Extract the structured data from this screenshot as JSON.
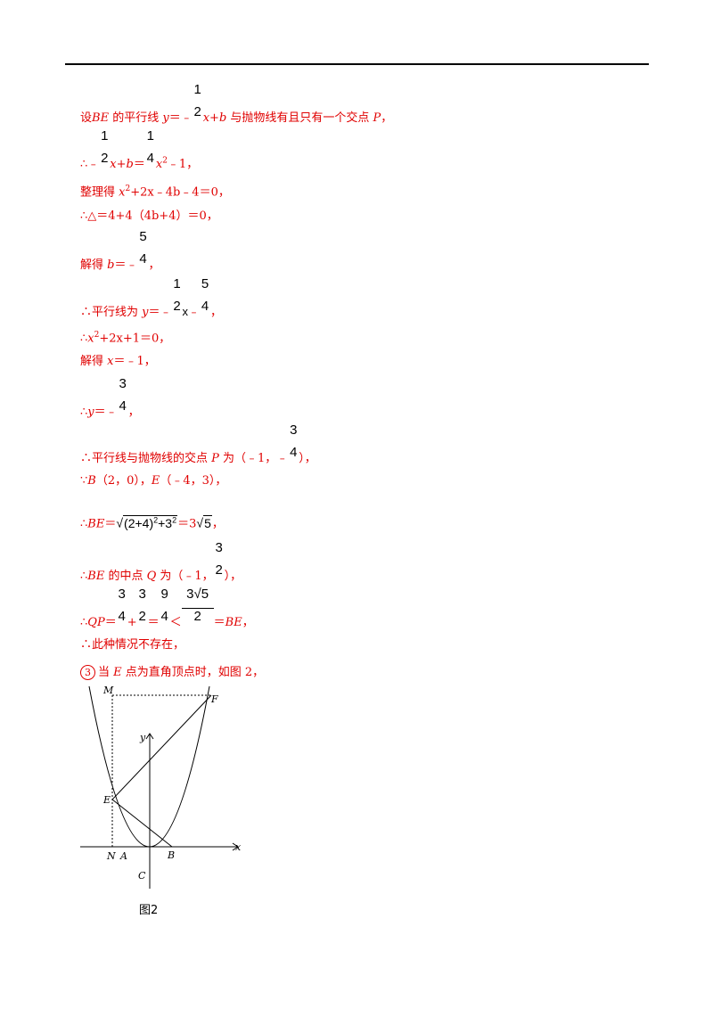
{
  "doc": {
    "l1": {
      "a": "设",
      "b": "BE",
      "c": " 的平行线 ",
      "d": "y",
      "e": "＝﹣",
      "f": {
        "n": "1",
        "d": "2"
      },
      "g": "x",
      "h": "+",
      "i": "b",
      "j": " 与抛物线有且只有一个交点 ",
      "k": "P",
      "l": "，"
    },
    "l2": {
      "a": "∴﹣",
      "f1": {
        "n": "1",
        "d": "2"
      },
      "b": "x+b",
      "c": "＝",
      "f2": {
        "n": "1",
        "d": "4"
      },
      "d": "x",
      "e": "2",
      "g": "﹣1，"
    },
    "l3": {
      "a": "整理得 ",
      "b": "x",
      "c": "2",
      "d": "+2x﹣4b﹣4＝0，"
    },
    "l4": "∴△＝4+4（4b+4）＝0，",
    "l5": {
      "a": "解得 ",
      "b": "b",
      "c": "＝﹣",
      "f": {
        "n": "5",
        "d": "4"
      },
      "d": "，"
    },
    "l6": {
      "a": "∴平行线为 ",
      "b": "y",
      "c": "＝﹣",
      "f1": {
        "n": "1",
        "d": "2"
      },
      "d": "x",
      "e": "﹣",
      "f2": {
        "n": "5",
        "d": "4"
      },
      "g": "，"
    },
    "l7": {
      "a": "∴",
      "b": "x",
      "c": "2",
      "d": "+2x+1＝0，"
    },
    "l8": {
      "a": "解得 ",
      "b": "x",
      "c": "＝﹣1，"
    },
    "l9": {
      "a": "∴",
      "b": "y",
      "c": "＝﹣",
      "f": {
        "n": "3",
        "d": "4"
      },
      "d": "，"
    },
    "l10": {
      "a": "∴平行线与抛物线的交点 ",
      "b": "P",
      "c": " 为（﹣1，﹣",
      "f": {
        "n": "3",
        "d": "4"
      },
      "d": "），"
    },
    "l11": {
      "a": "∵",
      "b": "B",
      "c": "（2，0），",
      "d": "E",
      "e": "（﹣4，3），"
    },
    "l12": {
      "a": "∴",
      "b": "BE",
      "c": "＝",
      "rad": "(2+4)",
      "p1": "2",
      "r2": "+3",
      "p2": "2",
      "d": "＝3",
      "rad2": "5",
      "e": "，"
    },
    "l13": {
      "a": "∴",
      "b": "BE",
      "c": " 的中点 ",
      "d": "Q",
      "e": " 为（﹣1，",
      "f": {
        "n": "3",
        "d": "2"
      },
      "g": "），"
    },
    "l14": {
      "a": "∴",
      "b": "QP",
      "c": "＝",
      "f1": {
        "n": "3",
        "d": "4"
      },
      "p": "+",
      "f2": {
        "n": "3",
        "d": "2"
      },
      "eq": "＝",
      "f3": {
        "n": "9",
        "d": "4"
      },
      "lt": "＜",
      "f4": {
        "n": "3√5",
        "d": "2"
      },
      "d": "＝",
      "e": "BE",
      "g": "，"
    },
    "l15": "∴此种情况不存在，",
    "l16": {
      "circ": "3",
      "a": "当 ",
      "b": "E",
      "c": " 点为直角顶点时，如图 2，"
    }
  },
  "figure": {
    "labels": {
      "M": "M",
      "F": "F",
      "y": "y",
      "E": "E",
      "x": "x",
      "N": "N",
      "A": "A",
      "B": "B",
      "C": "C"
    },
    "caption": "图2"
  }
}
